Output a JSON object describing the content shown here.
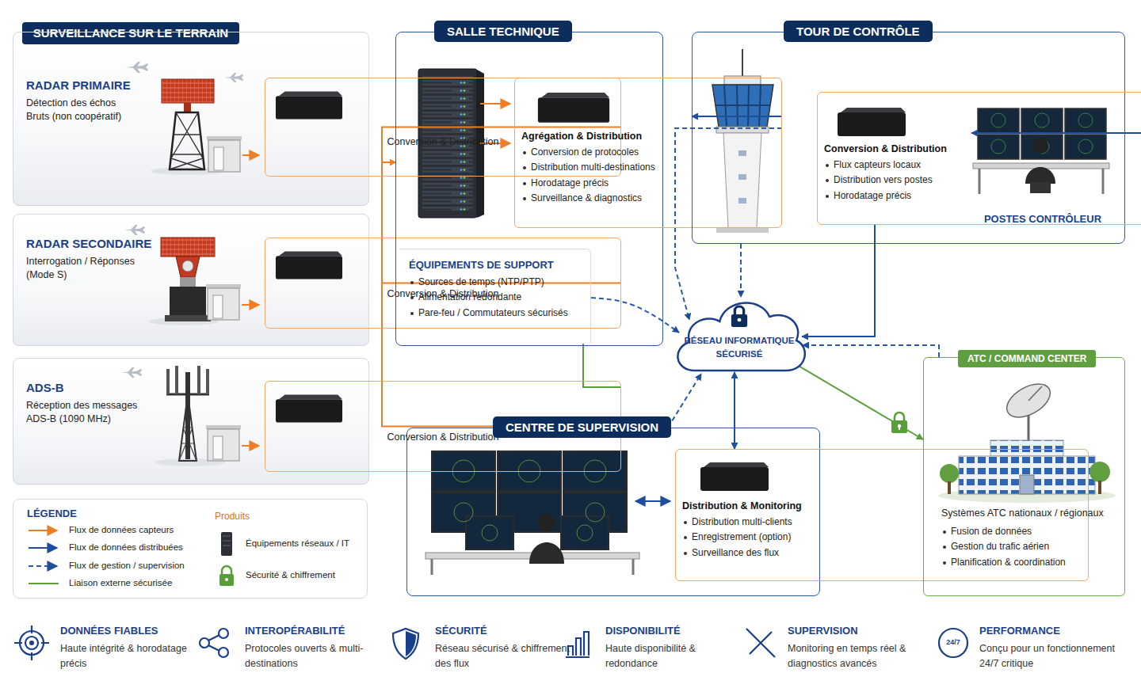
{
  "diagram": {
    "nodes": [
      {
        "text": [
          "SURVEILLANCE SUR LE TERRAIN"
        ]
      },
      {
        "text": [
          "RADAR PRIMAIRE",
          "Détection des échos Bruts (non coopératif)"
        ]
      },
      {
        "text": [
          "Conversion & Distribution"
        ],
        "in": 1
      },
      {
        "text": [
          "RADAR SECONDAIRE",
          "Interrogation / Réponses (Mode S)"
        ]
      },
      {
        "text": [
          "Conversion & Distribution"
        ],
        "in": 3
      },
      {
        "text": [
          "ADS-B",
          "Réception des messages ADS-B (1090 MHz)"
        ]
      },
      {
        "text": [
          "Conversion & Distribution"
        ],
        "in": 5
      },
      {
        "text": [
          "SALLE TECHNIQUE"
        ]
      },
      {
        "text": [
          "Agrégation & Distribution",
          "Conversion de protocoles",
          "Distribution multi-destinations",
          "Horodatage précis",
          "Surveillance & diagnostics"
        ],
        "in": 7
      },
      {
        "text": [
          "ÉQUIPEMENTS DE SUPPORT",
          "Sources de temps (NTP/PTP)",
          "Alimentation redondante",
          "Pare-feu / Commutateurs sécurisés"
        ],
        "in": 7
      },
      {
        "text": [
          "TOUR DE CONTRÔLE"
        ]
      },
      {
        "text": [
          "Conversion & Distribution",
          "Flux capteurs locaux",
          "Distribution vers postes",
          "Horodatage précis"
        ],
        "in": 10
      },
      {
        "text": [
          "POSTES CONTRÔLEUR"
        ],
        "in": 10
      },
      {
        "text": [
          "RÉSEAU INFORMATIQUE SÉCURISÉ"
        ]
      },
      {
        "text": [
          "CENTRE DE SUPERVISION"
        ]
      },
      {
        "text": [
          "Distribution & Monitoring",
          "Distribution multi-clients",
          "Enregistrement (option)",
          "Surveillance des flux"
        ],
        "in": 14
      },
      {
        "text": [
          "ATC / COMMAND CENTER",
          "Systèmes ATC nationaux / régionaux",
          "Fusion de données",
          "Gestion du trafic aérien",
          "Planification & coordination"
        ]
      },
      {
        "text": [
          "LÉGENDE",
          "Produits"
        ]
      }
    ],
    "edges": [
      {
        "from": 2,
        "to": 7,
        "arrow": "to"
      },
      {
        "from": 4,
        "to": 7,
        "arrow": "to"
      },
      {
        "from": 6,
        "to": 7,
        "arrow": "to"
      },
      {
        "from": 6,
        "to": 9,
        "arrow": "none"
      },
      {
        "from": 8,
        "to": 10,
        "arrow": "to"
      },
      {
        "from": 11,
        "to": 12,
        "arrow": "to"
      },
      {
        "from": 8,
        "to": 13,
        "arrow": "to"
      },
      {
        "from": 10,
        "to": 13,
        "arrow": "to"
      },
      {
        "from": 9,
        "to": 13,
        "arrow": "to"
      },
      {
        "from": 14,
        "to": 13,
        "arrow": "to"
      },
      {
        "from": 11,
        "to": 13,
        "arrow": "to"
      },
      {
        "from": 16,
        "to": 13,
        "arrow": "to"
      },
      {
        "from": 13,
        "to": 15,
        "arrow": "both"
      },
      {
        "from": 13,
        "to": 16,
        "arrow": "to"
      }
    ],
    "labels": [
      "DONNÉES FIABLES",
      "Haute intégrité & horodatage précis",
      "INTEROPÉRABILITÉ",
      "Protocoles ouverts & multi-destinations",
      "SÉCURITÉ",
      "Réseau sécurisé & chiffrement des flux",
      "DISPONIBILITÉ",
      "Haute disponibilité & redondance",
      "SUPERVISION",
      "Monitoring en temps réel & diagnostics avancés",
      "24/7",
      "PERFORMANCE",
      "Conçu pour un fonctionnement 24/7 critique"
    ],
    "legend": [
      {
        "text": "Flux de données capteurs"
      },
      {
        "text": "Flux de données distribuées"
      },
      {
        "text": "Flux de gestion / supervision"
      },
      {
        "text": "Liaison externe sécurisée"
      },
      {
        "text": "Équipements réseaux / IT"
      },
      {
        "text": "Sécurité & chiffrement"
      }
    ]
  }
}
